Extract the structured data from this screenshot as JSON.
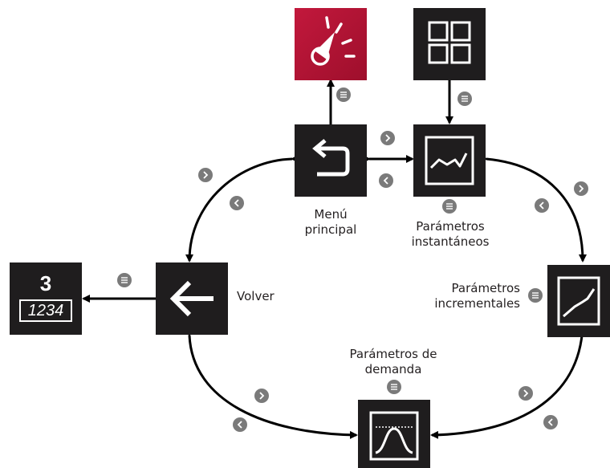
{
  "nodes": {
    "main_menu": {
      "label_line1": "Menú",
      "label_line2": "principal",
      "icon": "return-arrow-icon"
    },
    "instant": {
      "label_line1": "Parámetros",
      "label_line2": "instantáneos",
      "icon": "waveform-chart-icon"
    },
    "incremental": {
      "label_line1": "Parámetros",
      "label_line2": "incrementales",
      "icon": "rising-line-chart-icon"
    },
    "demand": {
      "label_line1": "Parámetros de",
      "label_line2": "demanda",
      "icon": "bell-curve-chart-icon"
    },
    "back": {
      "label": "Volver",
      "icon": "left-arrow-icon"
    },
    "counter": {
      "big_digit": "3",
      "value": "1234"
    },
    "speed": {
      "icon": "speedometer-icon",
      "color": "#c2183c"
    },
    "grid": {
      "icon": "grid-squares-icon"
    }
  },
  "buttons": {
    "next": ">",
    "prev": "<",
    "enter": "≡"
  },
  "colors": {
    "box": "#1f1d1e",
    "accent_red": "#c2183c",
    "button_grey": "#7a7a7a",
    "arrow": "#000000"
  }
}
